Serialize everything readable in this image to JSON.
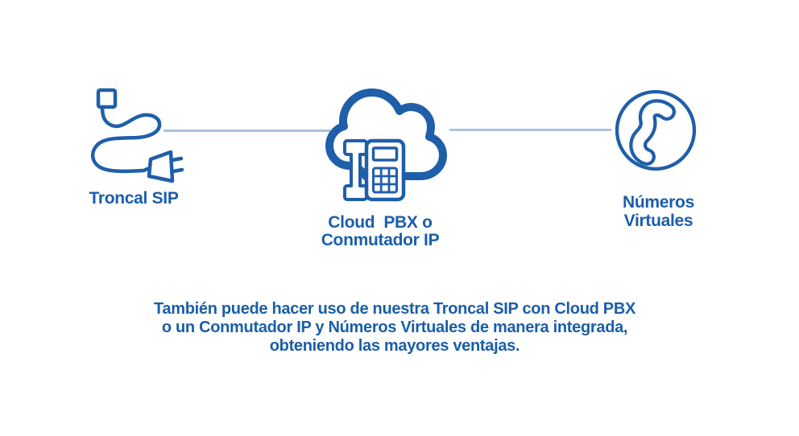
{
  "colors": {
    "icon_blue": "#1F5FA9",
    "text_blue": "#1B5EA9",
    "connector_line_blue": "#A9C2DE",
    "background": "#FFFFFF"
  },
  "diagram": {
    "nodes": [
      {
        "id": "troncal-sip",
        "icon": "sip-trunk-cable-plug-icon",
        "label": "Troncal SIP"
      },
      {
        "id": "cloud-pbx",
        "icon": "cloud-desk-phone-icon",
        "label": "Cloud  PBX o\nConmutador IP"
      },
      {
        "id": "numeros-virtuales",
        "icon": "phone-handset-circle-icon",
        "label": "Números\nVirtuales"
      }
    ],
    "connectors": [
      {
        "from": "troncal-sip",
        "to": "cloud-pbx"
      },
      {
        "from": "cloud-pbx",
        "to": "numeros-virtuales"
      }
    ]
  },
  "caption": {
    "text": "También puede hacer uso de nuestra Troncal SIP con Cloud PBX\no un Conmutador IP y Números Virtuales de manera integrada,\nobteniendo las mayores ventajas."
  }
}
